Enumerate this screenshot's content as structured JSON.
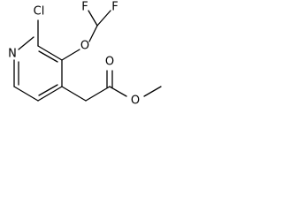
{
  "molecule": {
    "atoms": {
      "cl": "Cl",
      "f_left": "F",
      "f_right": "F",
      "o_ether": "O",
      "n_ring": "N",
      "o_carbonyl": "O",
      "o_ester": "O"
    }
  }
}
